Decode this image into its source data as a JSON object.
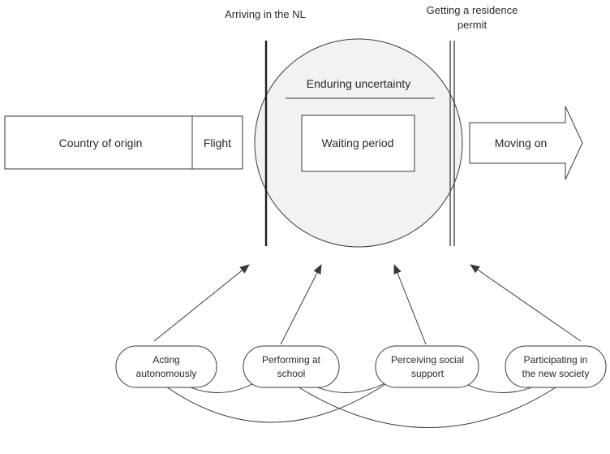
{
  "top_labels": {
    "arriving": "Arriving in the NL",
    "residence_line1": "Getting a residence",
    "residence_line2": "permit"
  },
  "timeline": {
    "country_of_origin": "Country of origin",
    "flight": "Flight",
    "enduring_uncertainty": "Enduring uncertainty",
    "waiting_period": "Waiting period",
    "moving_on": "Moving on"
  },
  "factors": [
    {
      "line1": "Acting",
      "line2": "autonomously"
    },
    {
      "line1": "Performing at",
      "line2": "school"
    },
    {
      "line1": "Perceiving social",
      "line2": "support"
    },
    {
      "line1": "Participating in",
      "line2": "the new society"
    }
  ],
  "colors": {
    "stroke": "#3a3a3a",
    "circle_fill": "#f2f2f2",
    "box_fill": "#ffffff",
    "text": "#2a2a2a"
  }
}
